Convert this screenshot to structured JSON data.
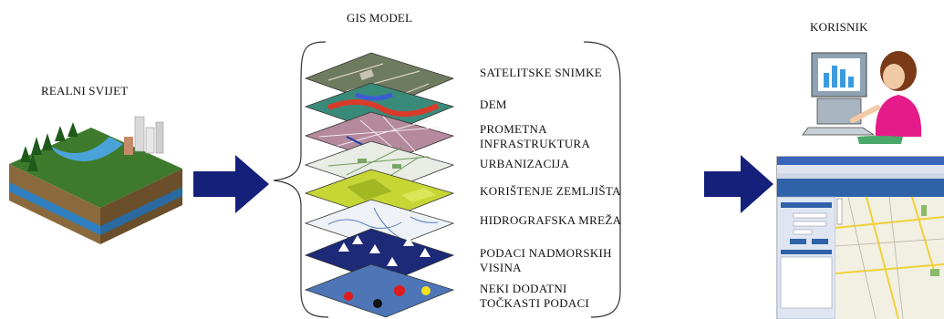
{
  "headings": {
    "real_world": "REALNI SVIJET",
    "gis_model": "GIS MODEL",
    "user": "KORISNIK"
  },
  "layers": [
    {
      "label": "SATELITSKE SNIMKE",
      "fill": "#6f7b5e"
    },
    {
      "label": "DEM",
      "fill": "#3a8a7a"
    },
    {
      "label": "PROMETNA INFRASTRUKTURA",
      "fill": "#b48a9c"
    },
    {
      "label": "URBANIZACIJA",
      "fill": "#e8ece4"
    },
    {
      "label": "KORIŠTENJE ZEMLJIŠTA",
      "fill": "#c6d634"
    },
    {
      "label": "HIDROGRAFSKA MREŽA",
      "fill": "#eef1f5"
    },
    {
      "label": "PODACI NADMORSKIH VISINA",
      "fill": "#1c2a78"
    },
    {
      "label": "NEKI DODATNI TOČKASTI PODACI",
      "fill": "#4e76b6"
    }
  ],
  "colors": {
    "arrow": "#14207a",
    "bracket": "#333333"
  }
}
